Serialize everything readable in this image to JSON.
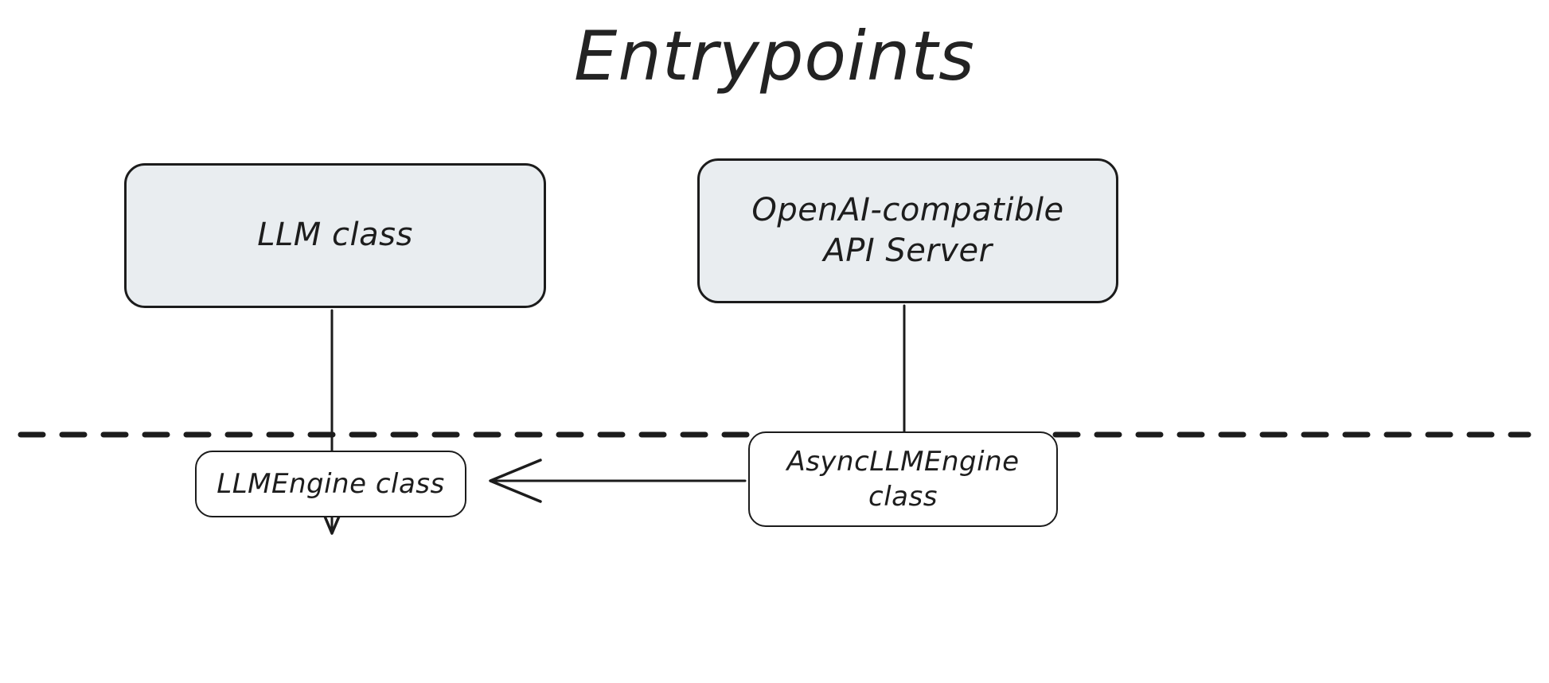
{
  "diagram": {
    "title": "Entrypoints",
    "type": "flow-diagram",
    "background_color": "#ffffff",
    "stroke_color": "#1c1c1c",
    "shaded_node_fill": "#e9edf0",
    "plain_node_fill": "#ffffff",
    "text_color": "#1d1d1d",
    "nodes": [
      {
        "id": "llm-class",
        "label": "LLM class",
        "group": "entrypoint",
        "style": "shaded"
      },
      {
        "id": "api-server",
        "label": "OpenAI-compatible\nAPI Server",
        "group": "entrypoint",
        "style": "shaded"
      },
      {
        "id": "llmengine-class",
        "label": "LLMEngine class",
        "group": "engine",
        "style": "plain"
      },
      {
        "id": "async-llmengine-class",
        "label": "AsyncLLMEngine\nclass",
        "group": "engine",
        "style": "plain"
      }
    ],
    "edges": [
      {
        "id": "edge-llm-to-llmengine",
        "from": "llm-class",
        "to": "llmengine-class",
        "direction": "down",
        "arrowhead": "open-v",
        "label": ""
      },
      {
        "id": "edge-api-to-async",
        "from": "api-server",
        "to": "async-llmengine-class",
        "direction": "down",
        "arrowhead": "open-v",
        "label": ""
      },
      {
        "id": "edge-async-to-llmengine",
        "from": "async-llmengine-class",
        "to": "llmengine-class",
        "direction": "left",
        "arrowhead": "open-v",
        "label": ""
      }
    ],
    "separator": {
      "id": "dashed-divider",
      "orientation": "horizontal",
      "style": "dashed",
      "dash_length": 28,
      "gap_length": 24,
      "color": "#1c1c1c"
    }
  }
}
